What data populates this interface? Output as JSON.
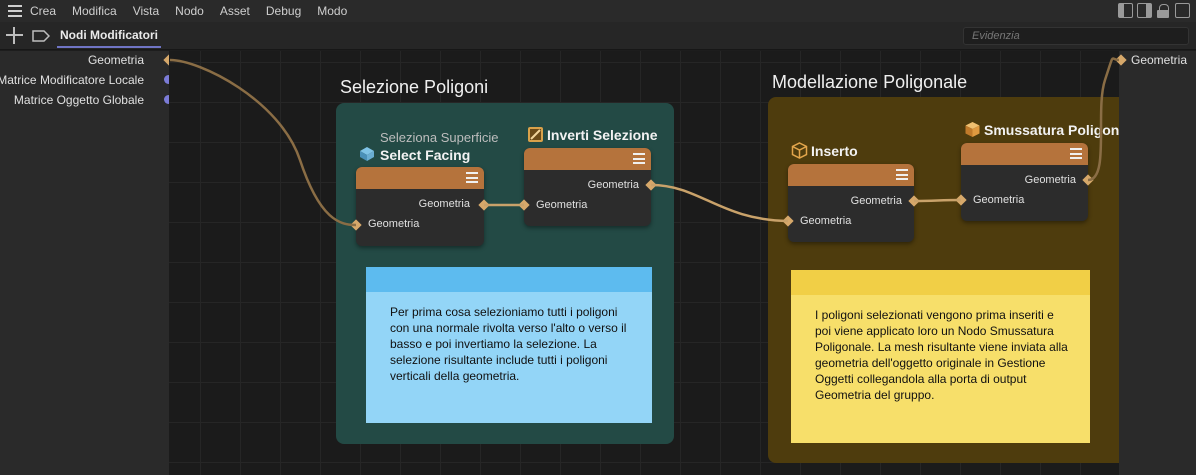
{
  "menu": {
    "items": [
      "Crea",
      "Modifica",
      "Vista",
      "Nodo",
      "Asset",
      "Debug",
      "Modo"
    ]
  },
  "toolbar": {
    "tab_label": "Nodi Modificatori",
    "search_placeholder": "Evidenzia"
  },
  "inputs_panel": {
    "ports": [
      "Geometria",
      "Matrice Modificatore Locale",
      "Matrice Oggetto Globale"
    ]
  },
  "outputs_panel": {
    "ports": [
      "Geometria"
    ]
  },
  "groups": {
    "selection": {
      "title": "Selezione Poligoni",
      "color": "#234a45"
    },
    "modeling": {
      "title": "Modellazione Poligonale",
      "color": "#4e3c0d"
    }
  },
  "nodes": {
    "select_facing": {
      "subtitle": "Seleziona Superficie",
      "title": "Select Facing",
      "out_port": "Geometria",
      "in_port": "Geometria"
    },
    "invert_selection": {
      "title": "Inverti Selezione",
      "out_port": "Geometria",
      "in_port": "Geometria"
    },
    "inset": {
      "title": "Inserto",
      "out_port": "Geometria",
      "in_port": "Geometria"
    },
    "bevel": {
      "title": "Smussatura Poligonale",
      "out_port": "Geometria",
      "in_port": "Geometria"
    }
  },
  "notes": {
    "selection_note": {
      "text": "Per prima cosa selezioniamo tutti i poligoni con una normale rivolta verso l'alto o verso il basso e poi invertiamo la selezione. La selezione risultante include tutti i poligoni verticali della geometria.",
      "header_color": "#5dbbef",
      "body_color": "#93d5f7"
    },
    "modeling_note": {
      "text": "I poligoni selezionati vengono prima inseriti e poi viene applicato loro un Nodo Smussatura Poligonale. La mesh risultante viene inviata alla geometria dell'oggetto originale in Gestione Oggetti collegandola alla porta di output Geometria del gruppo.",
      "header_color": "#f1cf46",
      "body_color": "#f7df6a"
    }
  },
  "colors": {
    "node_header": "#b5733c",
    "port_geometry": "#d6a86a",
    "port_matrix": "#7b7bd6",
    "wire": "#c9a26a"
  }
}
